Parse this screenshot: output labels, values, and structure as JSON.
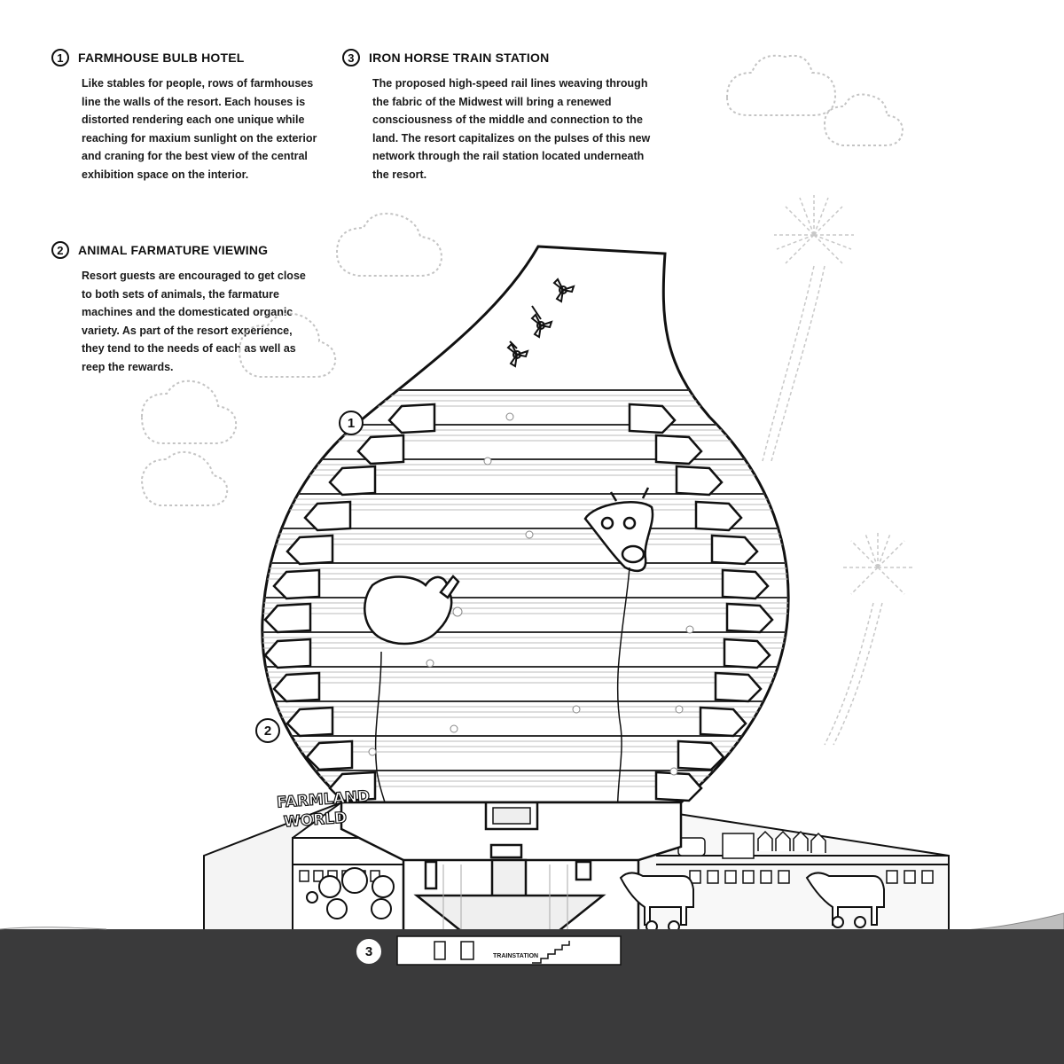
{
  "callouts": {
    "farmhouse": {
      "number": "1",
      "title": "FARMHOUSE BULB HOTEL",
      "text": "Like stables for people, rows of farmhouses line the walls of the resort. Each houses is distorted rendering each one unique while reaching for maxium sunlight on the exterior and  craning for the best view of the central exhibition space on the interior."
    },
    "animal": {
      "number": "2",
      "title": "ANIMAL FARMATURE VIEWING",
      "text": "Resort guests are encouraged to get close to both sets of animals, the farmature machines and the domesticated organic variety. As part of the resort experience, they tend to the needs of each  as well as reep the rewards."
    },
    "train": {
      "number": "3",
      "title": "IRON HORSE TRAIN STATION",
      "text": "The proposed high-speed rail lines weaving through the fabric of the Midwest will bring a renewed consciousness of the middle and connection to the land. The resort capitalizes on the pulses of this new network through the rail station located underneath the resort."
    }
  },
  "markers": {
    "m1": "1",
    "m2": "2",
    "m3": "3"
  },
  "sign": {
    "line1": "FARMLAND",
    "line2": "WORLD"
  },
  "station_sign": "TRAINSTATION",
  "colors": {
    "ground": "#3a3a3b",
    "ink": "#111111",
    "sketch": "#bdbdbd"
  }
}
